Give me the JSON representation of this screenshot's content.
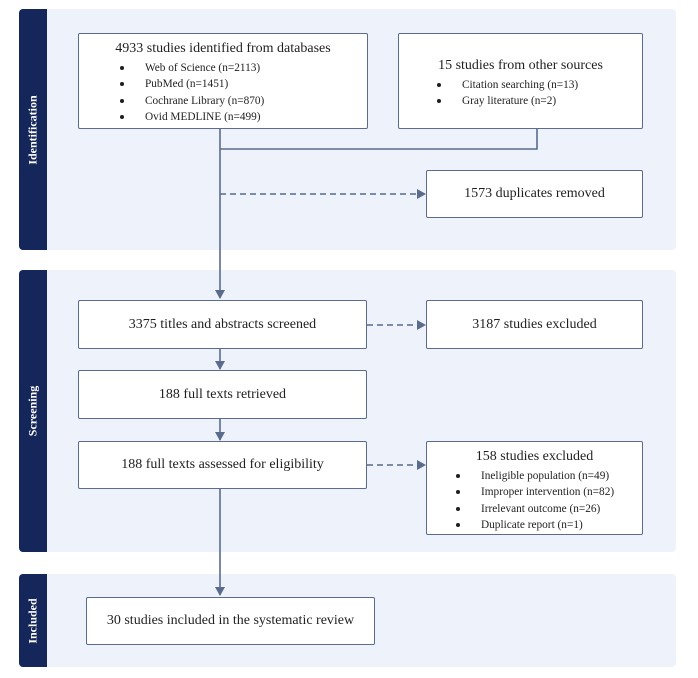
{
  "sections": {
    "identification": "Identification",
    "screening": "Screening",
    "included": "Included"
  },
  "identification": {
    "databases": {
      "title": "4933 studies identified from databases",
      "items": [
        "Web of Science (n=2113)",
        "PubMed (n=1451)",
        "Cochrane Library (n=870)",
        "Ovid MEDLINE (n=499)"
      ]
    },
    "other_sources": {
      "title": "15 studies from other sources",
      "items": [
        "Citation searching (n=13)",
        "Gray literature (n=2)"
      ]
    },
    "duplicates": "1573 duplicates removed"
  },
  "screening": {
    "titles_screened": "3375 titles and abstracts screened",
    "excluded_titles": "3187 studies excluded",
    "retrieved": "188 full texts retrieved",
    "assessed": "188 full texts assessed for eligibility",
    "excluded_full": {
      "title": "158 studies excluded",
      "items": [
        "Ineligible population (n=49)",
        "Improper intervention (n=82)",
        "Irrelevant outcome (n=26)",
        "Duplicate report (n=1)"
      ]
    }
  },
  "included": {
    "final": "30 studies included in the systematic review"
  },
  "colors": {
    "sidebar": "#15275a",
    "panel": "#eef2fb",
    "box_border": "#5a6b8c",
    "arrow": "#5a6b8c"
  }
}
